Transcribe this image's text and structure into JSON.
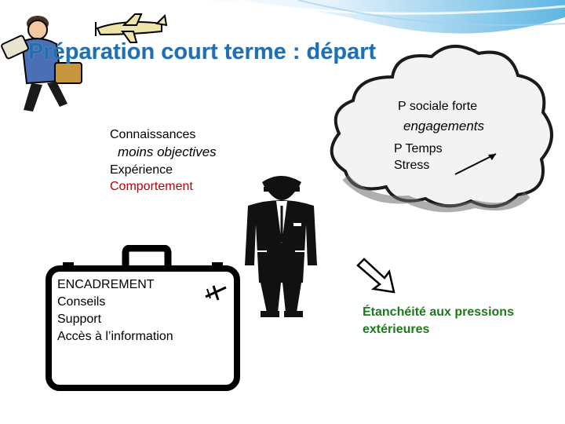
{
  "slide": {
    "title": "Préparation court terme : départ",
    "left_block": {
      "line1": "Connaissances",
      "line2": "moins objectives",
      "line3": "Expérience",
      "line4": "Comportement"
    },
    "cloud": {
      "line1": "P sociale forte",
      "line2": "engagements",
      "line3": "P Temps",
      "line4": "Stress"
    },
    "suitcase": {
      "items": [
        "ENCADREMENT",
        "Conseils",
        "Support",
        "Accès à l’information"
      ]
    },
    "seal": {
      "line1": "Étanchéité aux pressions",
      "line2": "extérieures"
    },
    "colors": {
      "title": "#1f6fb2",
      "comportement": "#c00000",
      "seal_text": "#1a7a1a"
    },
    "icons": [
      "business-traveler-icon",
      "airplane-icon",
      "storm-cloud-icon",
      "pilot-icon",
      "suitcase-icon",
      "small-airplane-icon",
      "arrow-icon"
    ]
  }
}
